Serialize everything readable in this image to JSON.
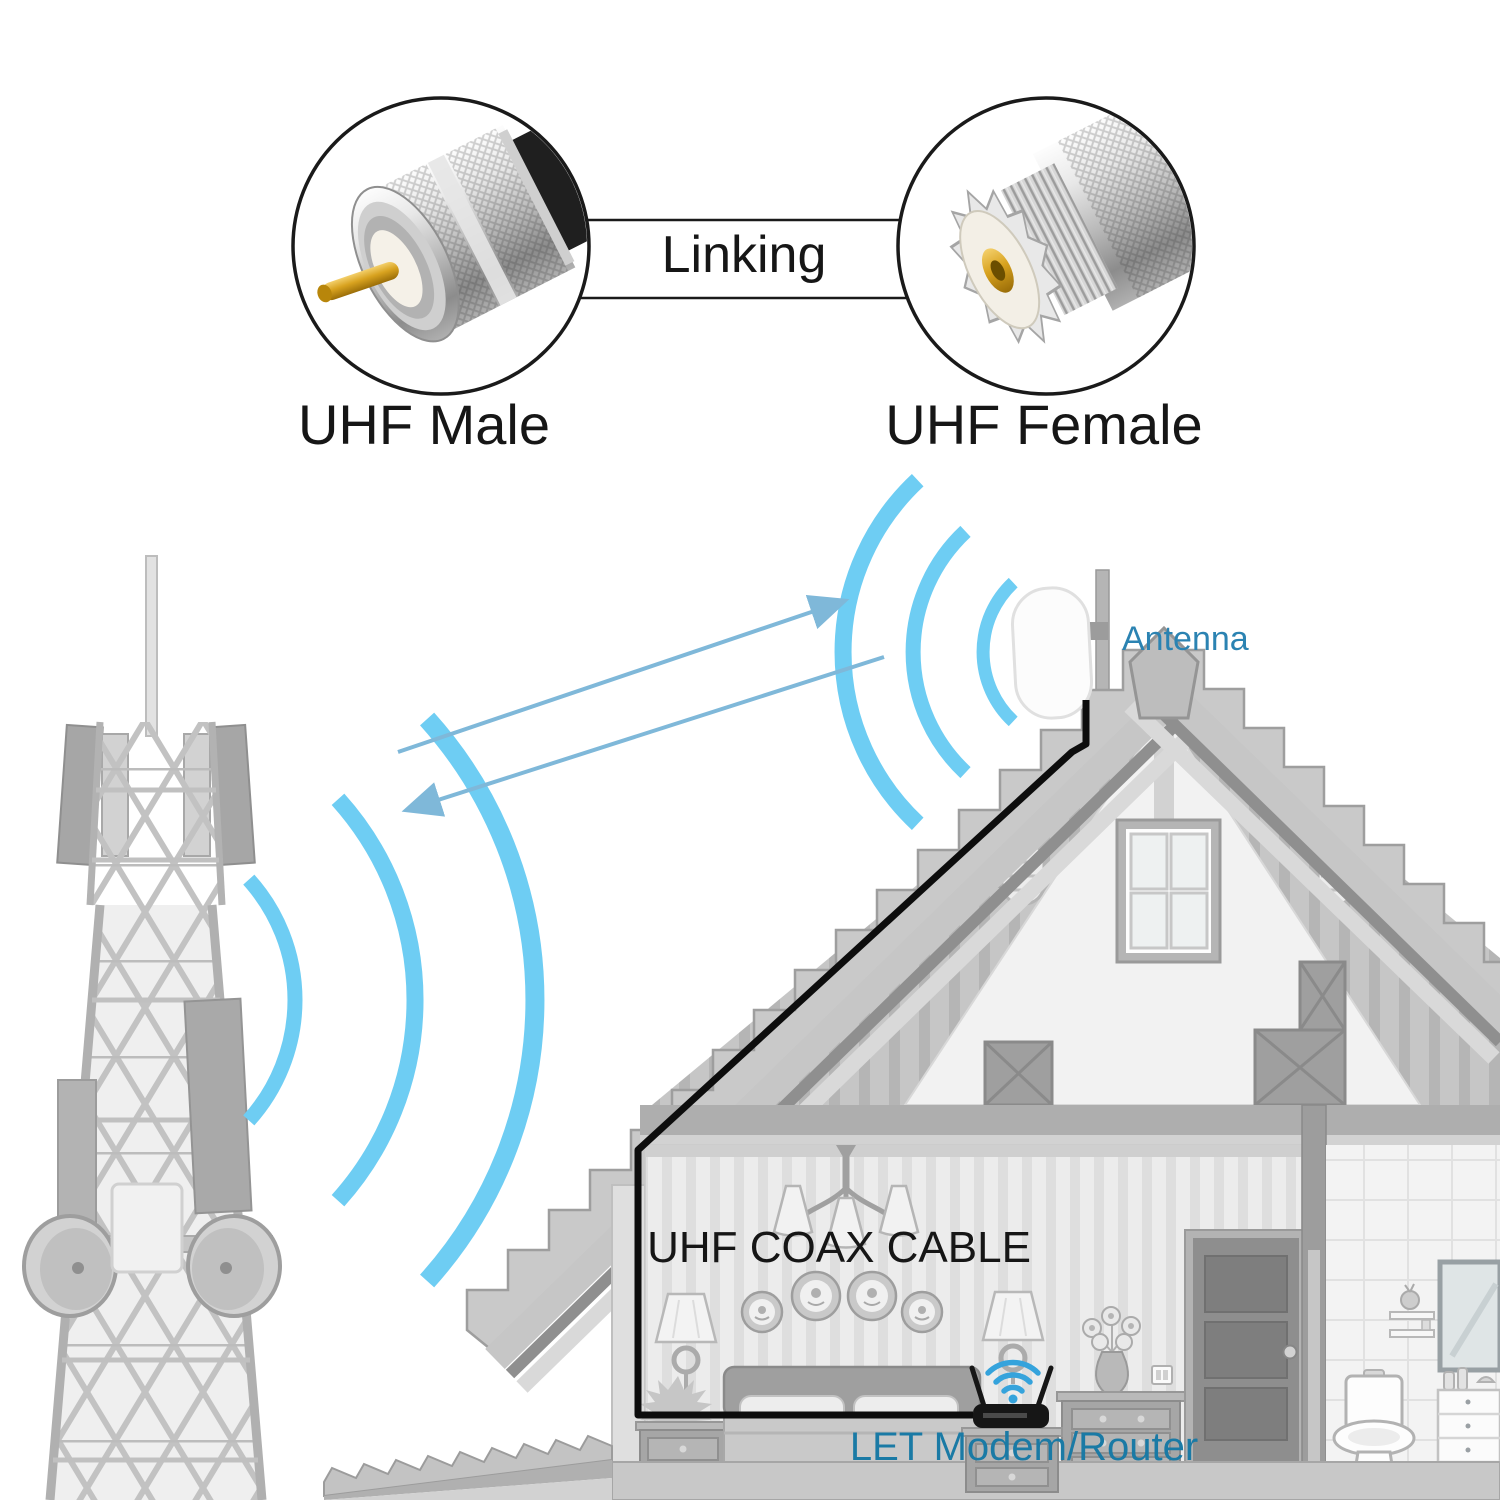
{
  "header": {
    "left_connector_label": "UHF Male",
    "right_connector_label": "UHF Female",
    "link_label": "Linking"
  },
  "scene": {
    "antenna_label": "Antenna",
    "coax_label": "UHF COAX CABLE",
    "router_label": "LET Modem/Router"
  },
  "colors": {
    "signal_arc": "#6ecdf3",
    "signal_arrow": "#7fb8d9",
    "antenna_label": "#2b83b2",
    "router_label": "#1a7aa5",
    "label_text": "#161616",
    "coax_cable": "#0d0d0d",
    "wifi": "#35a3dc"
  }
}
